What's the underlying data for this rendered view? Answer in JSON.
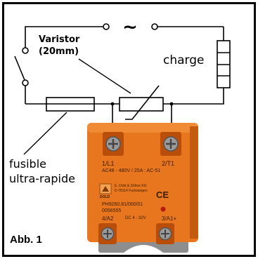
{
  "labels": {
    "varistor_line1": "Varistor",
    "varistor_line2": "(20mm)",
    "load": "charge",
    "fuse_line1": "fusible",
    "fuse_line2": "ultra-rapide",
    "figure": "Abb. 1",
    "ac_source_symbol": "~"
  },
  "relay_module": {
    "terminal_top_left": "1/L1",
    "terminal_top_right": "2/T1",
    "rating": "AC48 - 480V / 25A : AC-51",
    "maker_line1": "E. Dold & Söhne KG",
    "maker_line2": "D-78114 Furtwangen",
    "brand": "DOLD",
    "part_number": "PH9260.81/000/01",
    "serial": "0056555",
    "terminal_bottom_left": "4/A2",
    "control_voltage": "DC 4 - 32V",
    "terminal_bottom_right": "3/A1+",
    "ce_mark": "CE"
  },
  "colors": {
    "wire": "#000000",
    "relay_body": "#e8761f",
    "relay_shadow": "#c45a10",
    "base_plate": "#8b8b8b"
  }
}
